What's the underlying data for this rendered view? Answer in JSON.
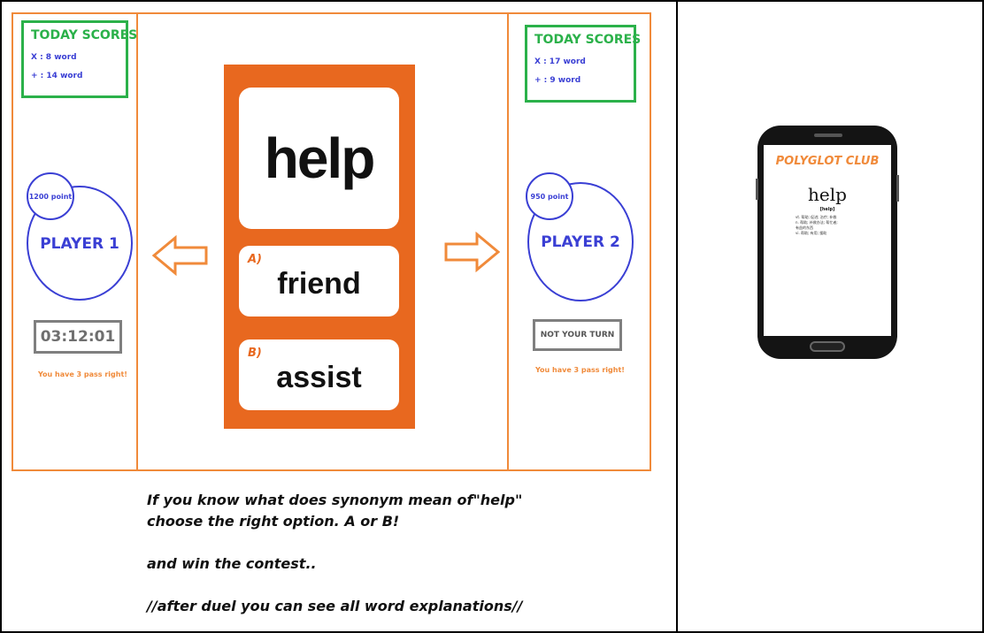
{
  "player1": {
    "scores_title": "TODAY SCORES",
    "score_x": "X : 8  word",
    "score_plus": "+ : 14 word",
    "points": "1200 point",
    "name": "PLAYER 1",
    "timer": "03:12:01",
    "pass_text": "You have 3 pass right!"
  },
  "player2": {
    "scores_title": "TODAY SCORES",
    "score_x": "X : 17  word",
    "score_plus": "+ : 9 word",
    "points": "950 point",
    "name": "PLAYER 2",
    "turn_status": "NOT YOUR TURN",
    "pass_text": "You have 3 pass right!"
  },
  "card": {
    "word": "help",
    "options": [
      {
        "letter": "A)",
        "word": "friend"
      },
      {
        "letter": "B)",
        "word": "assist"
      }
    ]
  },
  "instructions": {
    "line1": "If you know what does synonym mean of\"help\"",
    "line2": "choose the right option. A or B!",
    "line3": "and win the contest..",
    "line4": "//after duel you can see all word explanations//"
  },
  "phone": {
    "app_title": "POLYGLOT CLUB",
    "word": "help",
    "phonetic": "[help]",
    "definitions": [
      "vt. 帮助; 促进; 治疗; 补救",
      "n. 帮助; 补救办法; 帮忙者;",
      "有益的东西",
      "vi. 帮助; 有用; 援助"
    ]
  },
  "colors": {
    "orange": "#f08a3a",
    "card_orange": "#e8681f",
    "green": "#2bb14a",
    "blue": "#3a3fd4",
    "gray": "#7f7f7f"
  }
}
